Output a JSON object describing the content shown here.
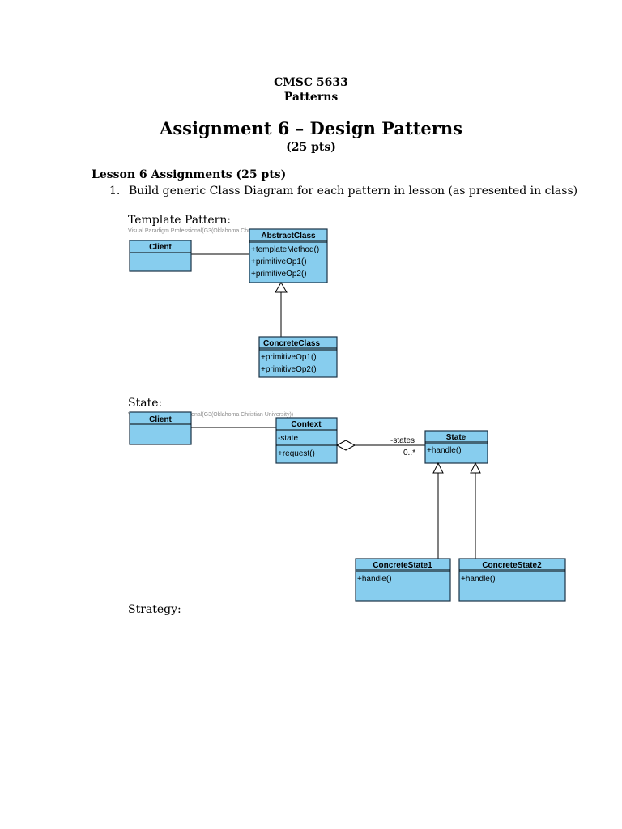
{
  "header": {
    "course": "CMSC 5633",
    "subject": "Patterns",
    "title": "Assignment 6 – Design Patterns",
    "points": "(25 pts)"
  },
  "section": {
    "heading": "Lesson 6 Assignments (25 pts)",
    "item_number": "1.",
    "item_text": "Build generic Class Diagram for each pattern in lesson (as presented in class)"
  },
  "template_pattern": {
    "label": "Template Pattern:",
    "watermark": "Visual Paradigm Professional(G3(Oklahoma Chr",
    "client": {
      "name": "Client"
    },
    "abstract_class": {
      "name": "AbstractClass",
      "ops": [
        "+templateMethod()",
        "+primitiveOp1()",
        "+primitiveOp2()"
      ]
    },
    "concrete_class": {
      "name": "ConcreteClass",
      "ops": [
        "+primitiveOp1()",
        "+primitiveOp2()"
      ]
    }
  },
  "state_pattern": {
    "label": "State:",
    "watermark": "Visual Paradigm Professional(G3(Oklahoma Christian University))",
    "client": {
      "name": "Client"
    },
    "context": {
      "name": "Context",
      "attrs": [
        "-state"
      ],
      "ops": [
        "+request()"
      ]
    },
    "state": {
      "name": "State",
      "ops": [
        "+handle()"
      ]
    },
    "association_role": "-states",
    "association_multiplicity": "0..*",
    "concrete_state1": {
      "name": "ConcreteState1",
      "ops": [
        "+handle()"
      ]
    },
    "concrete_state2": {
      "name": "ConcreteState2",
      "ops": [
        "+handle()"
      ]
    }
  },
  "strategy_pattern": {
    "label": "Strategy:"
  },
  "colors": {
    "class_fill": "#87cdee",
    "class_border": "#1a3346"
  }
}
